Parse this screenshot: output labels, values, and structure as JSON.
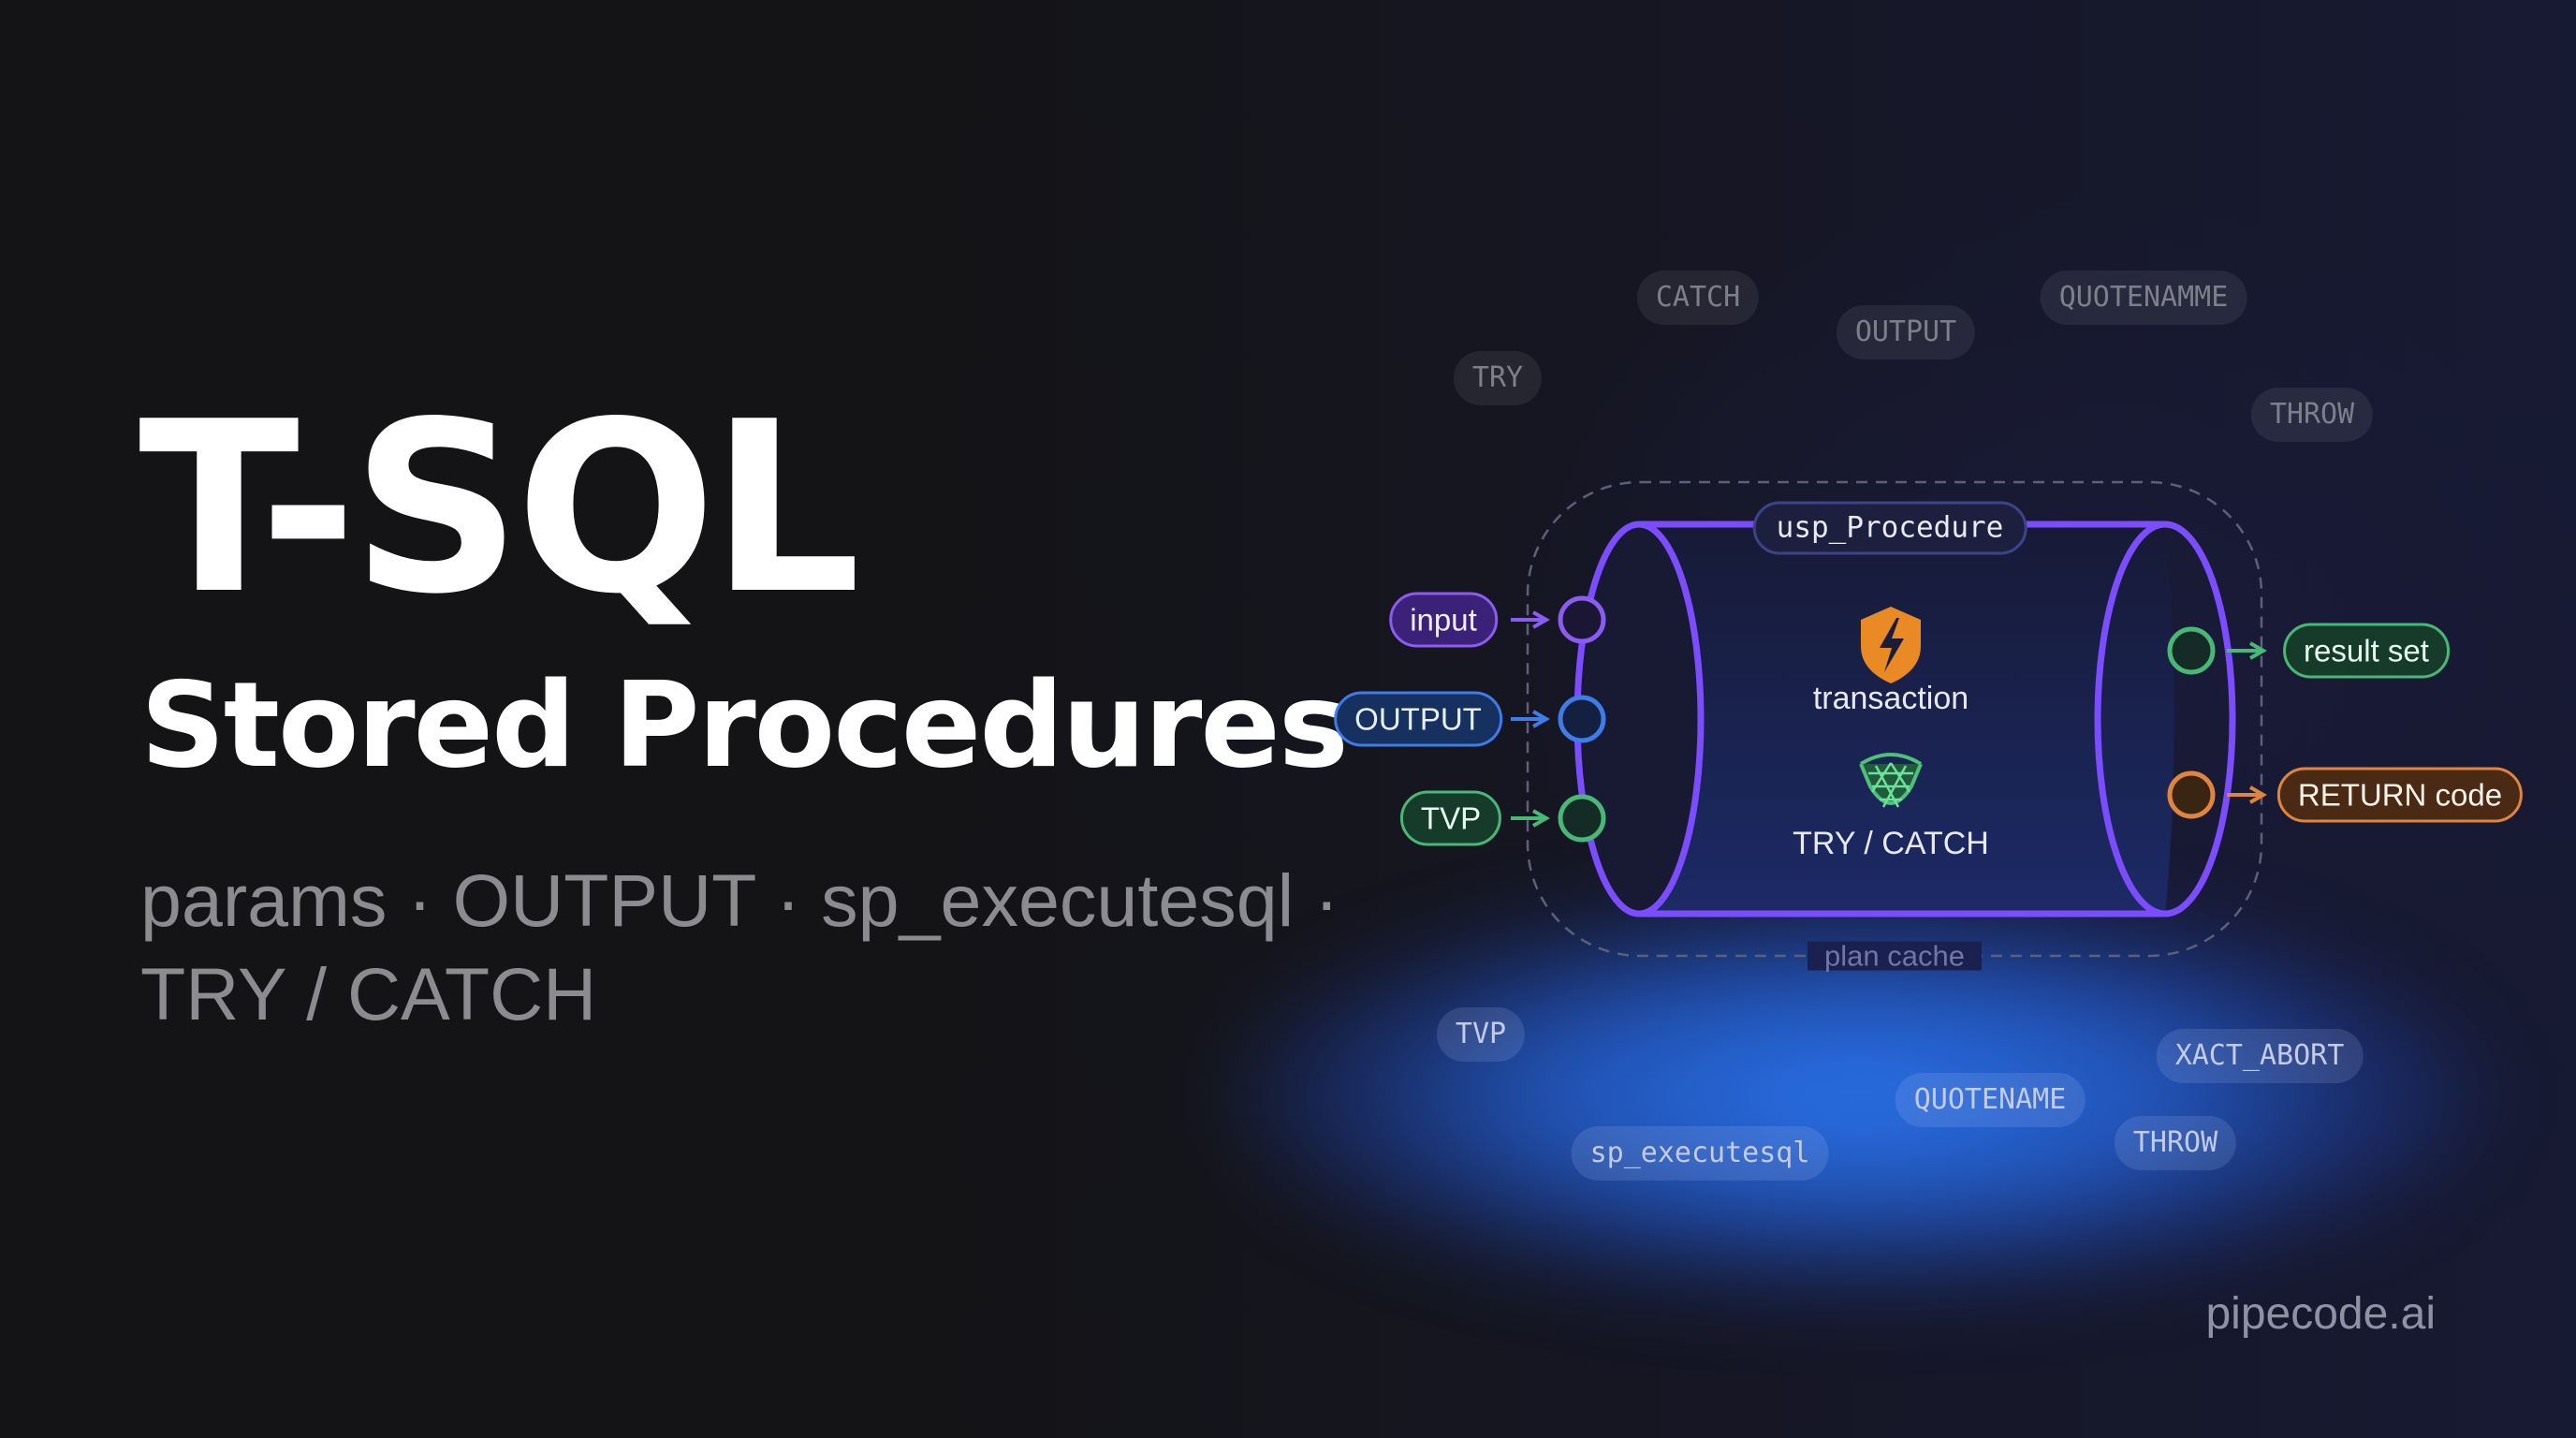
{
  "headline": {
    "title": "T-SQL",
    "subtitle": "Stored Procedures",
    "tagline_line1": "params · OUTPUT · sp_executesql ·",
    "tagline_line2": "TRY / CATCH"
  },
  "diagram": {
    "procedure_name": "usp_Procedure",
    "inputs": [
      {
        "label": "input",
        "color": "#8a5cf2"
      },
      {
        "label": "OUTPUT",
        "color": "#3f7ce8"
      },
      {
        "label": "TVP",
        "color": "#49b877"
      }
    ],
    "outputs": [
      {
        "label": "result set",
        "color": "#49b877"
      },
      {
        "label": "RETURN code",
        "color": "#e0853d"
      }
    ],
    "inner": {
      "transaction_label": "transaction",
      "transaction_icon": "lightning-shield-icon",
      "error_label": "TRY / CATCH",
      "error_icon": "safety-net-icon"
    },
    "boundary_label": "plan cache",
    "cylinder_color": "#7b4dff"
  },
  "keywords_top": [
    "CATCH",
    "OUTPUT",
    "QUOTENAMME",
    "TRY",
    "THROW"
  ],
  "keywords_bottom": [
    "TVP",
    "XACT_ABORT",
    "QUOTENAME",
    "THROW",
    "sp_executesql"
  ],
  "brand": "pipecode.ai"
}
